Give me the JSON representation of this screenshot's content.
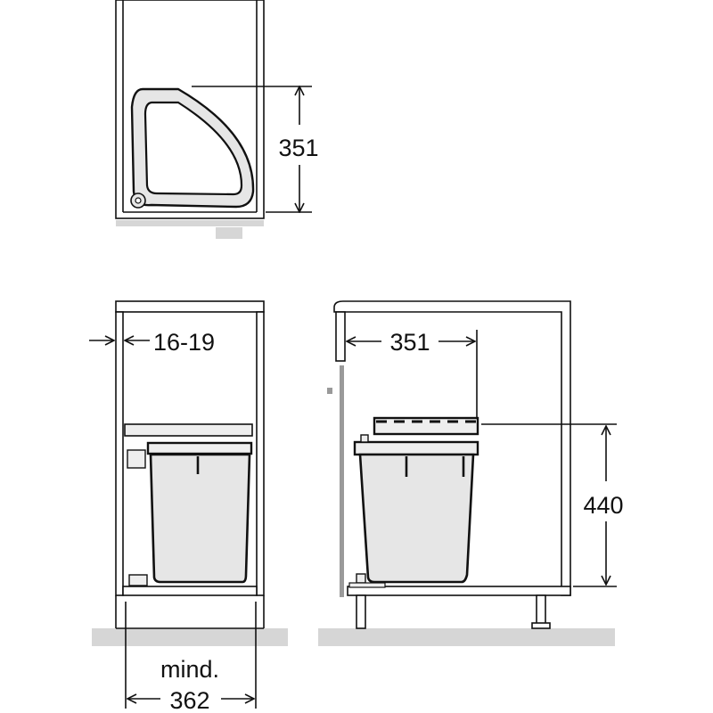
{
  "top_view": {
    "depth_label": "351"
  },
  "front_view": {
    "panel_thickness_label": "16-19",
    "min_width_prefix": "mind.",
    "min_width_label": "362"
  },
  "side_view": {
    "depth_label": "351",
    "height_label": "440"
  },
  "colors": {
    "bin_fill": "#e6e6e6",
    "floor": "#d6d6d6",
    "line": "#111111"
  }
}
